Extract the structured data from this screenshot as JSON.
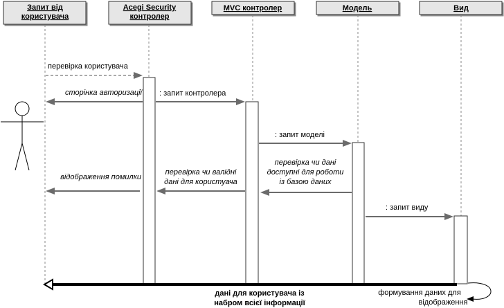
{
  "participants": [
    {
      "id": "user",
      "lines": [
        "Запит від",
        "користувача"
      ]
    },
    {
      "id": "acegi",
      "lines": [
        "Acegi Security",
        "контролер"
      ]
    },
    {
      "id": "mvc",
      "lines": [
        "MVC контролер"
      ]
    },
    {
      "id": "model",
      "lines": [
        "Модель"
      ]
    },
    {
      "id": "view",
      "lines": [
        "Вид"
      ]
    }
  ],
  "messages": {
    "m1": [
      "перевірка користувача"
    ],
    "m2": [
      "сторінка авторизації"
    ],
    "m3": [
      ": запит контролера"
    ],
    "m4": [
      ": запит моделі"
    ],
    "m5": [
      "перевірка чи дані",
      "доступні для роботи",
      "із базою даних"
    ],
    "m6": [
      "перевірка чи валідні",
      "дані для користуача"
    ],
    "m7": [
      "відображення помилки"
    ],
    "m8": [
      ": запит виду"
    ],
    "m9": [
      "дані для користувача із",
      "набром всієї інформації"
    ],
    "m10": [
      "формування даних для",
      "відображення"
    ]
  }
}
